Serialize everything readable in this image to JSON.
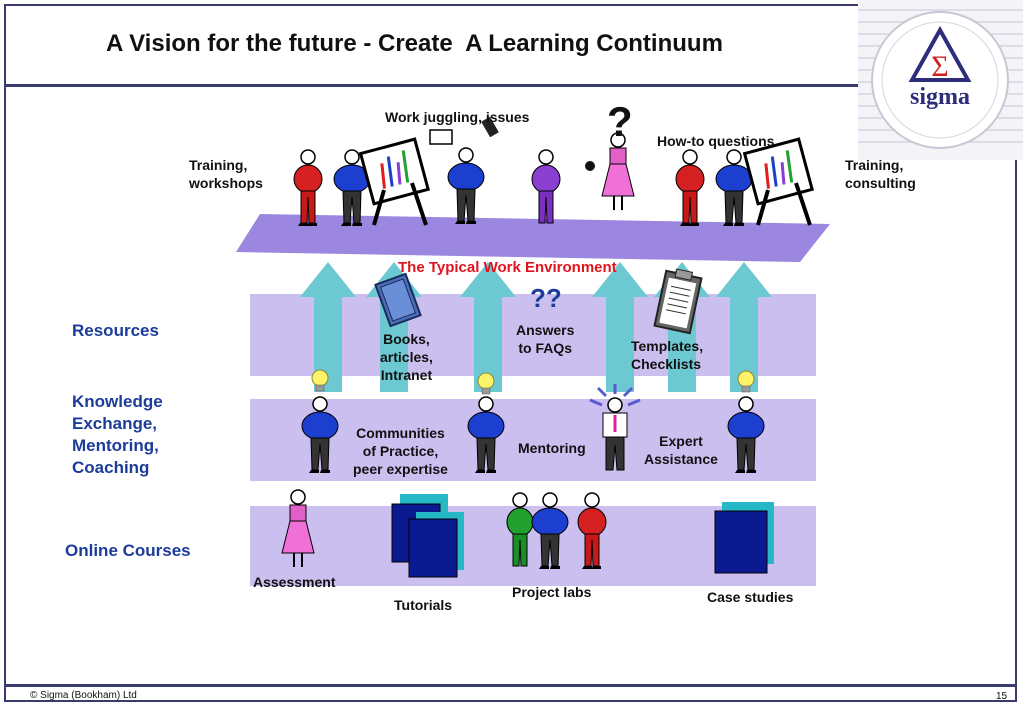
{
  "title": "A Vision for the future - Create  A Learning Continuum",
  "logo": {
    "symbol": "Σ",
    "word": "sigma"
  },
  "top_labels": {
    "work_juggling": "Work juggling, issues",
    "howto": "How-to questions",
    "training_workshops": "Training,\nworkshops",
    "training_consulting": "Training,\nconsulting",
    "question_mark": "?"
  },
  "work_environment": "The Typical Work Environment",
  "question_marks": "??",
  "rows": {
    "resources": {
      "heading": "Resources",
      "items": [
        "Books,\narticles,\nIntranet",
        "Answers\nto FAQs",
        "Templates,\nChecklists"
      ]
    },
    "knowledge": {
      "heading": "Knowledge\nExchange,\nMentoring,\nCoaching",
      "items": [
        "Communities\nof Practice,\npeer expertise",
        "Mentoring",
        "Expert\nAssistance"
      ]
    },
    "online": {
      "heading": "Online Courses",
      "items": [
        "Assessment",
        "Tutorials",
        "Project labs",
        "Case studies"
      ]
    }
  },
  "footer": {
    "copyright": "© Sigma (Bookham) Ltd",
    "page": "15"
  },
  "colors": {
    "band": "#cbbff0",
    "platform": "#9b86e0",
    "arrow": "#6cc9d2",
    "heading": "#1c3c9a",
    "accent_red": "#e0141e",
    "frame": "#3a3a6e"
  }
}
